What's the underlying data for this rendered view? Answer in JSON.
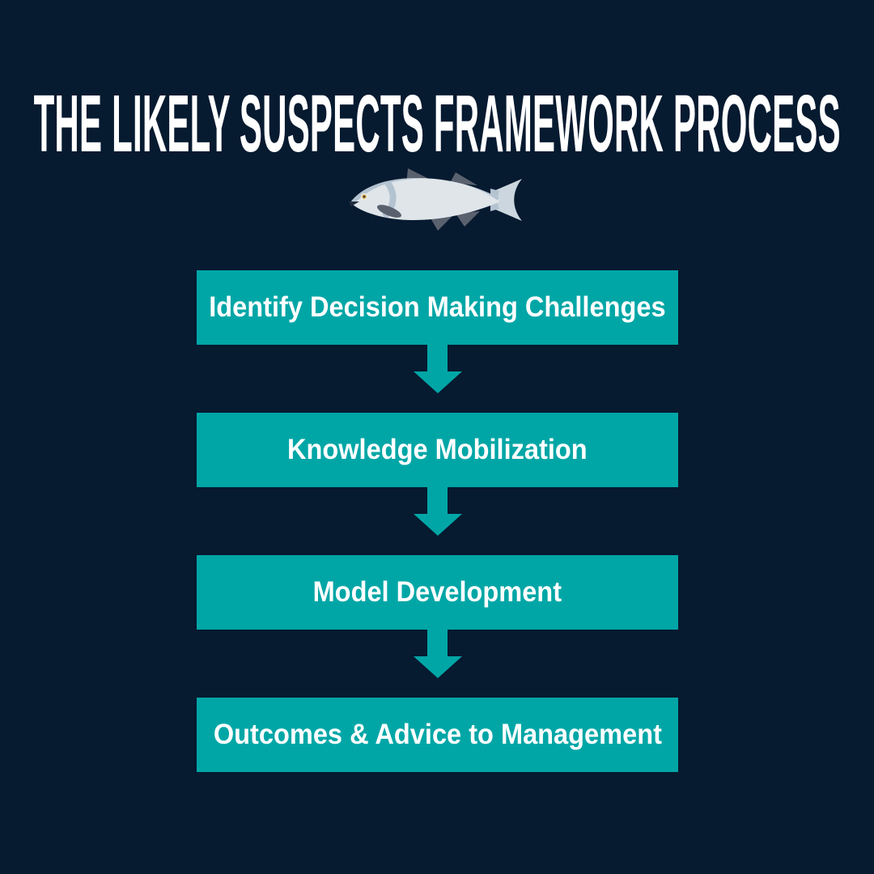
{
  "colors": {
    "background_navy": "#061a30",
    "box_teal": "#00a6a6",
    "arrow_teal": "#00a6a6",
    "text_white": "#ffffff",
    "fish_body": "#dfe5e9",
    "fish_back_stripe": "#b4c3d0",
    "fish_fins_dark": "#5a616e",
    "fish_tail": "#ccd6de",
    "fish_eye_ring": "#c1923f"
  },
  "title": {
    "text": "THE LIKELY SUSPECTS FRAMEWORK PROCESS"
  },
  "illustration": {
    "icon": "salmon-fish-icon"
  },
  "flow": {
    "arrow_icon": "down-arrow-icon",
    "steps": [
      {
        "label": "Identify Decision Making Challenges"
      },
      {
        "label": "Knowledge Mobilization"
      },
      {
        "label": "Model Development"
      },
      {
        "label": "Outcomes & Advice to Management"
      }
    ]
  }
}
